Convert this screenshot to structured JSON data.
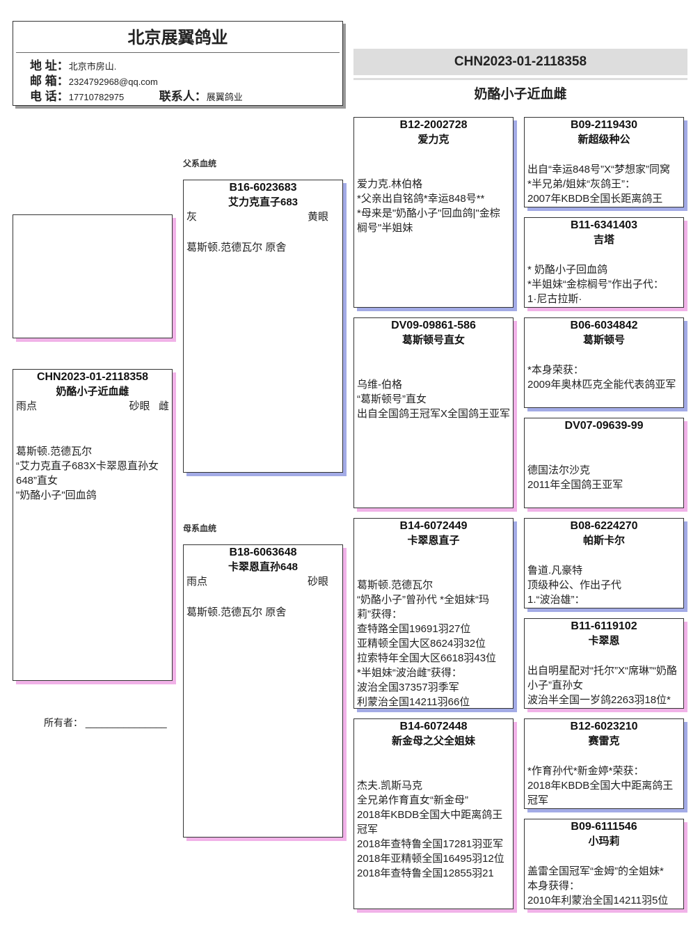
{
  "header": {
    "title": "北京展翼鸽业",
    "address_label": "地 址：",
    "address": "北京市房山.",
    "email_label": "邮 箱：",
    "email": "2324792968@qq.com",
    "phone_label": "电 话：",
    "phone": "17710782975",
    "contact_label": "联系人：",
    "contact": "展翼鸽业"
  },
  "subject_header": {
    "ring": "CHN2023-01-2118358",
    "name": "奶酪小子近血雌"
  },
  "subject": {
    "ring": "CHN2023-01-2118358",
    "name": "奶酪小子近血雌",
    "color": "雨点",
    "eye": "砂眼",
    "sex": "雌",
    "body": "葛斯顿.范德瓦尔\n“艾力克直子683X卡翠恩直孙女648”直女\n\"奶酪小子\"回血鸽"
  },
  "owner": {
    "label": "所有者：",
    "line": "_______________"
  },
  "sire_label": "父系血统",
  "dam_label": "母系血统",
  "sire": {
    "ring": "B16-6023683",
    "name": "艾力克直子683",
    "color": "灰",
    "eye": "黄眼",
    "body": "葛斯顿.范德瓦尔 原舍"
  },
  "dam": {
    "ring": "B18-6063648",
    "name": "卡翠恩直孙648",
    "color": "雨点",
    "eye": "砂眼",
    "body": "葛斯顿.范德瓦尔 原舍"
  },
  "gen3": [
    {
      "ring": "B12-2002728",
      "name": "爱力克",
      "body": "爱力克.林伯格\n*父亲出自铭鸽*幸运848号**\n*母来是\"奶酪小子\"回血鸽|\"金棕榈号\"半姐妹"
    },
    {
      "ring": "DV09-09861-586",
      "name": "葛斯顿号直女",
      "body": "乌维-伯格\n“葛斯顿号”直女\n出自全国鸽王冠军X全国鸽王亚军"
    },
    {
      "ring": "B14-6072449",
      "name": "卡翠恩直子",
      "body": "葛斯顿.范德瓦尔\n“奶酪小子”曾孙代 *全姐妹“玛莉”获得：\n查特路全国19691羽27位\n亚精顿全国大区8624羽32位\n拉索特年全国大区6618羽43位\n*半姐妹“波治雌”获得：\n波治全国37357羽季军\n利蒙治全国14211羽66位"
    },
    {
      "ring": "B14-6072448",
      "name": "新金母之父全姐妹",
      "body": "杰夫.凯斯马克\n全兄弟作育直女“新金母”\n2018年KBDB全国大中距离鸽王冠军\n2018年查特鲁全国17281羽亚军\n2018年亚精顿全国16495羽12位\n2018年查特鲁全国12855羽21"
    }
  ],
  "gen4": [
    {
      "ring": "B09-2119430",
      "name": "新超级种公",
      "body": "出自“幸运848号”X“梦想家”同窝\n*半兄弟/姐妹“灰鸽王”：\n2007年KBDB全国长距离鸽王"
    },
    {
      "ring": "B11-6341403",
      "name": "吉塔",
      "body": " * 奶酪小子回血鸽\n*半姐妹“金棕榈号”作出子代：\n1·尼古拉斯·"
    },
    {
      "ring": "B06-6034842",
      "name": "葛斯顿号",
      "body": "*本身荣获：\n2009年奥林匹克全能代表鸽亚军"
    },
    {
      "ring": "DV07-09639-99",
      "name": "",
      "body": "德国法尔沙克\n2011年全国鸽王亚军"
    },
    {
      "ring": "B08-6224270",
      "name": "帕斯卡尔",
      "body": "鲁道.凡豪特\n顶级种公、作出子代\n1.“波治雄”："
    },
    {
      "ring": "B11-6119102",
      "name": "卡翠恩",
      "body": "出自明星配对“托尔”X“席琳”“奶酪小子”直孙女\n波治半全国一岁鸽2263羽18位*"
    },
    {
      "ring": "B12-6023210",
      "name": "赛雷克",
      "body": "*作育孙代*新金婷*荣获：\n2018年KBDB全国大中距离鸽王冠军"
    },
    {
      "ring": "B09-6111546",
      "name": "小玛莉",
      "body": "盖雷全国冠军“金姆”的全姐妹*\n本身获得：\n2010年利蒙治全国14211羽5位"
    }
  ],
  "colors": {
    "male_shadow": "#a3abe6",
    "female_shadow": "#f1b2e8"
  }
}
